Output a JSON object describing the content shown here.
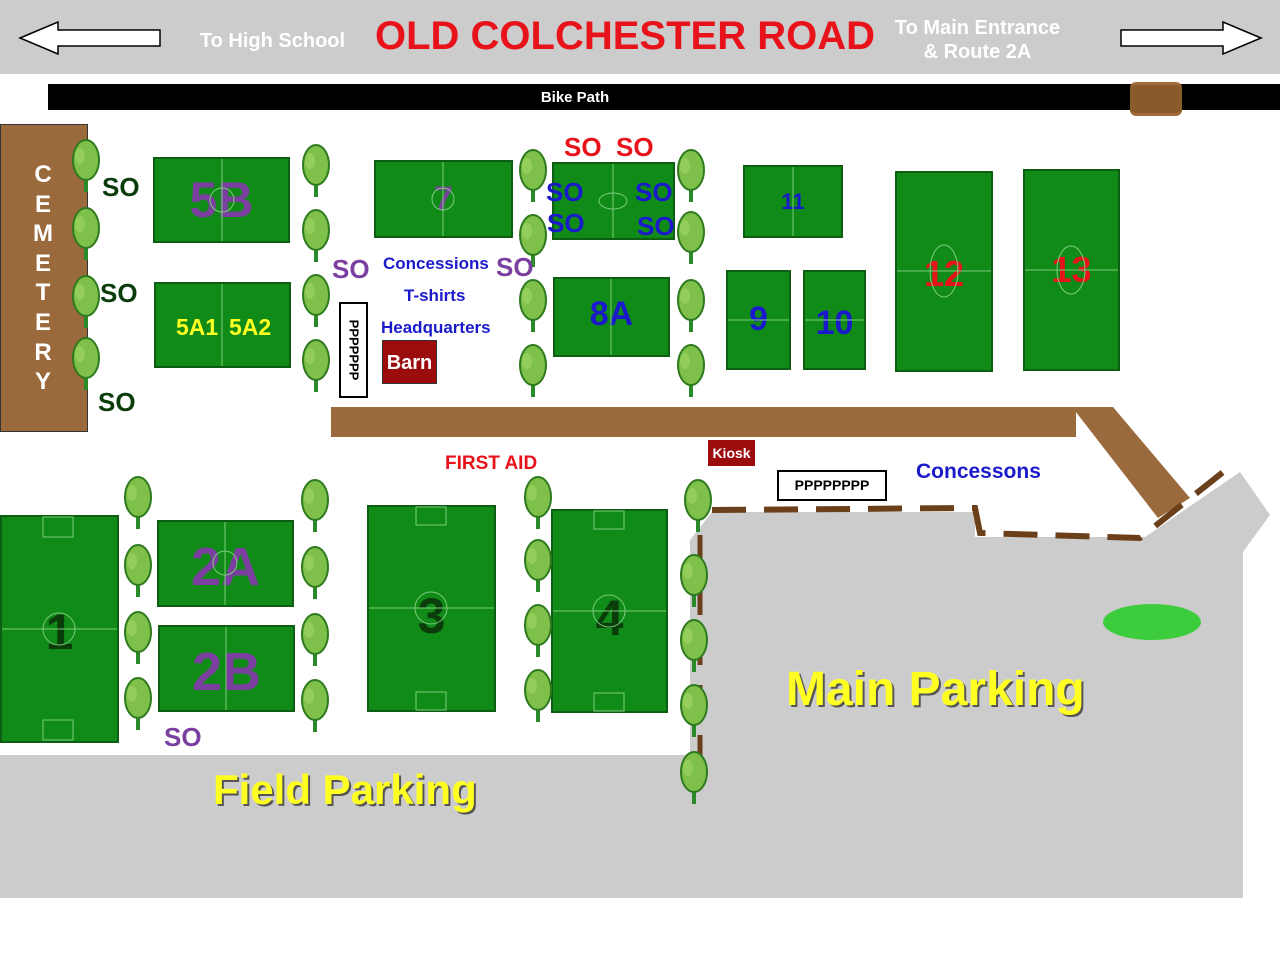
{
  "road": {
    "title": "OLD COLCHESTER ROAD",
    "left_label": "To High School",
    "right_label_1": "To Main Entrance",
    "right_label_2": "& Route 2A"
  },
  "bike_path": {
    "label": "Bike Path"
  },
  "cemetery": {
    "letters": [
      "C",
      "E",
      "M",
      "E",
      "T",
      "E",
      "R",
      "Y"
    ]
  },
  "fields": {
    "f5B": "5B",
    "f7": "7",
    "f11": "11",
    "f12": "12",
    "f13": "13",
    "f5A1": "5A1",
    "f5A2": "5A2",
    "f8A": "8A",
    "f9": "9",
    "f10": "10",
    "f1": "1",
    "f2A": "2A",
    "f2B": "2B",
    "f3": "3",
    "f4": "4"
  },
  "so_label": "SO",
  "buildings": {
    "concessions": "Concessions",
    "tshirts": "T-shirts",
    "headquarters": "Headquarters",
    "barn": "Barn",
    "kiosk": "Kiosk",
    "first_aid": "FIRST AID",
    "concessons_lower": "Concessons"
  },
  "porta_potties": {
    "upper": "PPPPPPP",
    "lower": "PPPPPPPP"
  },
  "parking": {
    "main": "Main Parking",
    "field": "Field Parking"
  },
  "colors": {
    "field_green": "#108b18",
    "path_brown": "#9a6a3c",
    "road_gray": "#cccccc",
    "title_red": "#e8121a",
    "so_dark_green": "#0a3d0a",
    "so_purple": "#7b3fa0",
    "so_blue": "#1a1acc",
    "so_red": "#e8121a",
    "parking_yellow": "#ffff22"
  }
}
